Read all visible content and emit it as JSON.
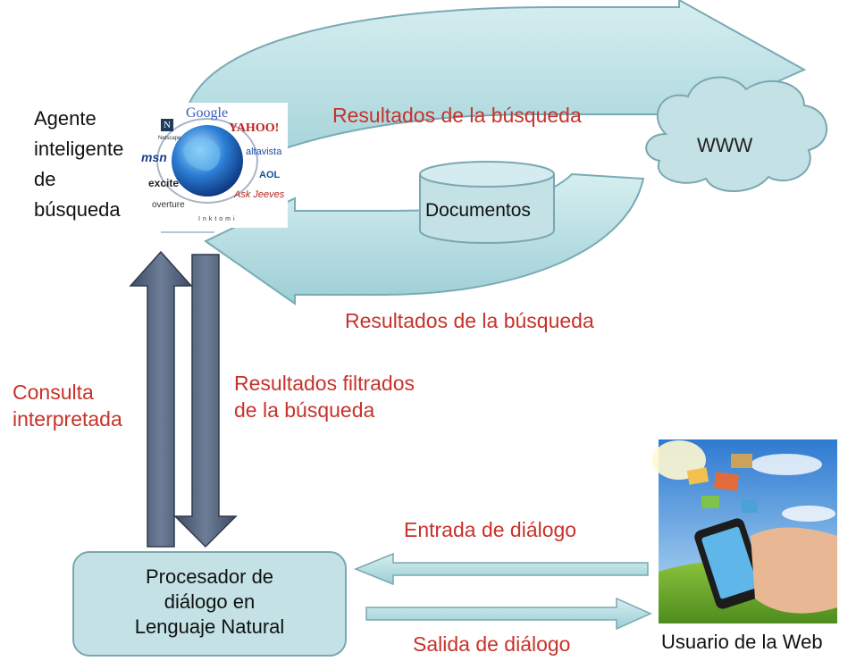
{
  "agent": {
    "lines": [
      "Agente",
      "inteligente",
      "de",
      "búsqueda"
    ]
  },
  "logos": [
    "Google",
    "YAHOO!",
    "altavista",
    "AOL",
    "Ask Jeeves",
    "Inktomi",
    "overture",
    "excite",
    "msn",
    "Netscape",
    "N"
  ],
  "labels": {
    "top_results": "Resultados de la búsqueda",
    "mid_results": "Resultados de la búsqueda",
    "query": [
      "Consulta",
      "interpretada"
    ],
    "filtered": [
      "Resultados filtrados",
      "de la búsqueda"
    ],
    "input": "Entrada de diálogo",
    "output": "Salida de diálogo"
  },
  "www": "WWW",
  "documents": "Documentos",
  "processor": [
    "Procesador de",
    "diálogo en",
    "Lenguaje Natural"
  ],
  "user": "Usuario de la Web",
  "colors": {
    "arrow_fill": "#bfe0e4",
    "arrow_stroke": "#7aaab5",
    "vertical_arrow": "#4e5d76",
    "label_red": "#c8322b"
  }
}
